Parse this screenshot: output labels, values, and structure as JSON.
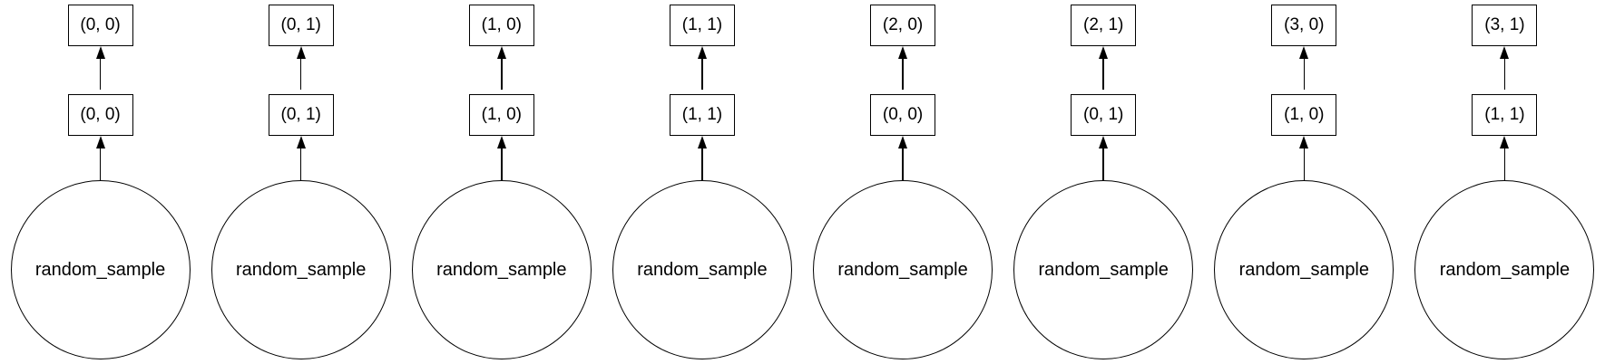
{
  "diagram": {
    "type": "task-graph",
    "background_color": "#ffffff",
    "stroke_color": "#000000",
    "columns": [
      {
        "top_label": "(0, 0)",
        "mid_label": "(0, 0)",
        "task_label": "random_sample"
      },
      {
        "top_label": "(0, 1)",
        "mid_label": "(0, 1)",
        "task_label": "random_sample"
      },
      {
        "top_label": "(1, 0)",
        "mid_label": "(1, 0)",
        "task_label": "random_sample"
      },
      {
        "top_label": "(1, 1)",
        "mid_label": "(1, 1)",
        "task_label": "random_sample"
      },
      {
        "top_label": "(2, 0)",
        "mid_label": "(0, 0)",
        "task_label": "random_sample"
      },
      {
        "top_label": "(2, 1)",
        "mid_label": "(0, 1)",
        "task_label": "random_sample"
      },
      {
        "top_label": "(3, 0)",
        "mid_label": "(1, 0)",
        "task_label": "random_sample"
      },
      {
        "top_label": "(3, 1)",
        "mid_label": "(1, 1)",
        "task_label": "random_sample"
      }
    ]
  }
}
